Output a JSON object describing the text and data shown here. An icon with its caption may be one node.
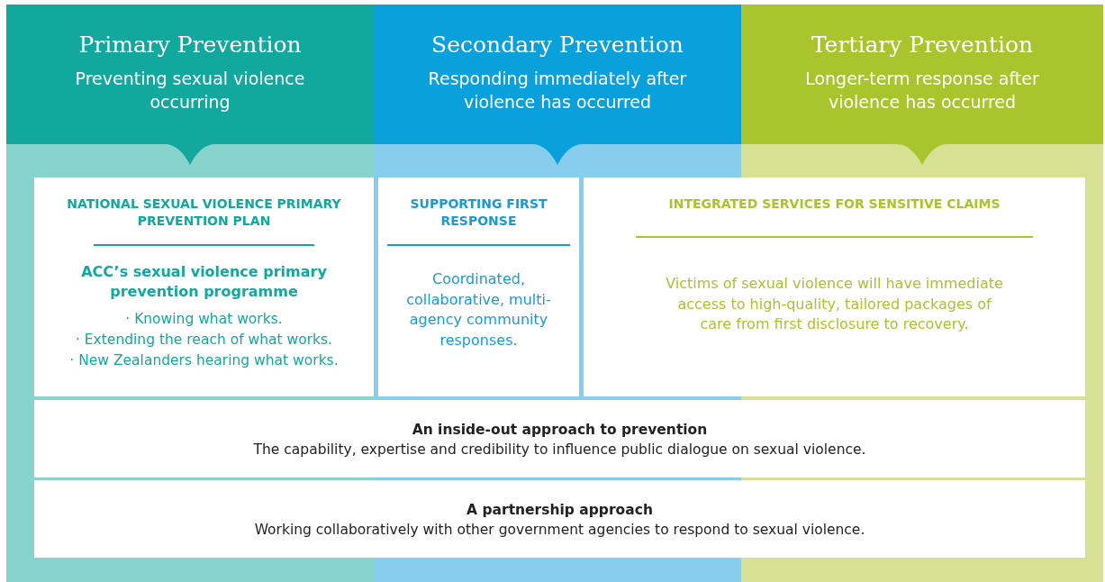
{
  "diagram": {
    "nodes": [
      {
        "text": [
          "Primary Prevention",
          "Preventing sexual violence occurring"
        ]
      },
      {
        "text": [
          "Secondary Prevention",
          "Responding immediately after violence has occurred"
        ]
      },
      {
        "text": [
          "Tertiary Prevention",
          "Longer-term response after violence has occurred"
        ]
      },
      {
        "text": [
          "NATIONAL SEXUAL VIOLENCE PRIMARY PREVENTION PLAN",
          "ACC’s sexual violence primary prevention programme",
          "· Knowing what works.",
          "· Extending the reach of what works.",
          "· New Zealanders hearing what works."
        ]
      },
      {
        "text": [
          "SUPPORTING FIRST RESPONSE",
          "Coordinated, collaborative, multi-agency community responses."
        ]
      },
      {
        "text": [
          "INTEGRATED SERVICES FOR SENSITIVE CLAIMS",
          "Victims of sexual violence will have immediate access to high-quality, tailored packages of care from first disclosure to recovery."
        ]
      },
      {
        "text": [
          "An inside-out approach to prevention",
          "The capability, expertise and credibility to influence public dialogue on sexual violence."
        ]
      },
      {
        "text": [
          "A partnership approach",
          "Working collaboratively with other government agencies to respond to sexual violence."
        ]
      }
    ],
    "edges": []
  }
}
